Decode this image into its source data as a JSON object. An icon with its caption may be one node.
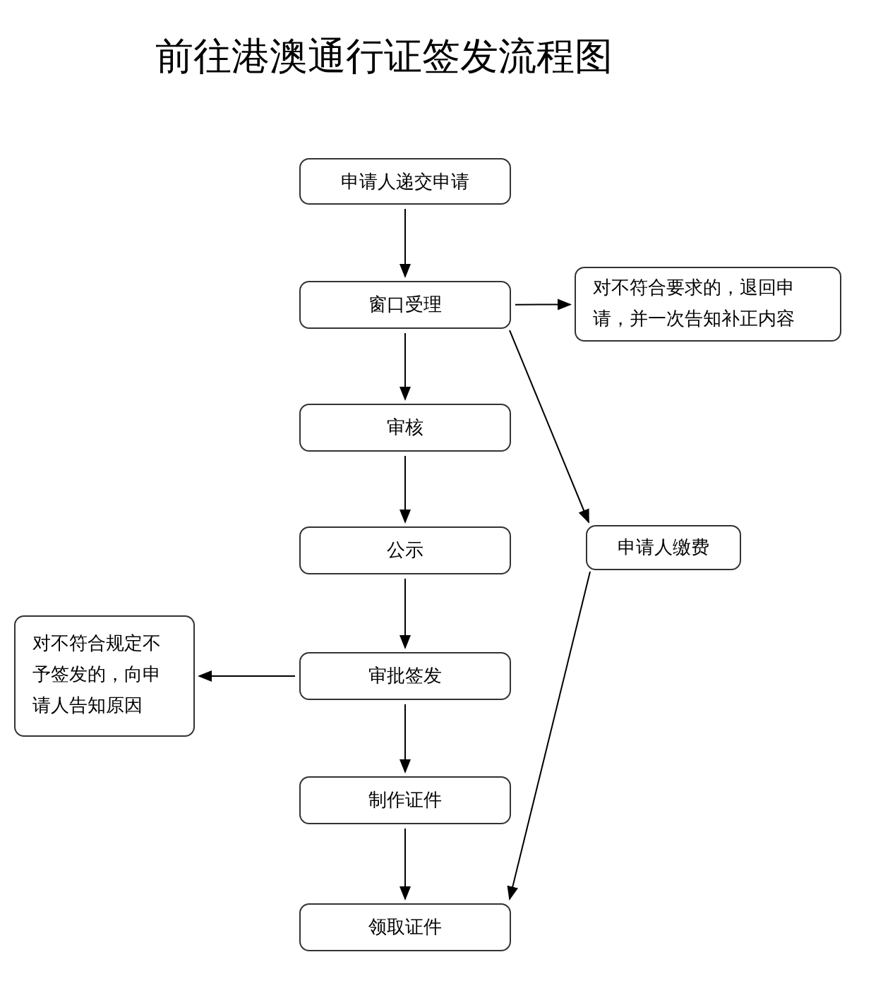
{
  "diagram": {
    "title": "前往港澳通行证签发流程图",
    "nodes": [
      {
        "text": [
          "申请人递交申请"
        ]
      },
      {
        "text": [
          "窗口受理"
        ]
      },
      {
        "text": [
          "对不符合要求的，退回申请，并一次告知补正内容"
        ]
      },
      {
        "text": [
          "审核"
        ]
      },
      {
        "text": [
          "申请人缴费"
        ]
      },
      {
        "text": [
          "公示"
        ]
      },
      {
        "text": [
          "对不符合规定不予签发的，向申请人告知原因"
        ]
      },
      {
        "text": [
          "审批签发"
        ]
      },
      {
        "text": [
          "制作证件"
        ]
      },
      {
        "text": [
          "领取证件"
        ]
      }
    ],
    "edges": [
      {
        "from": 0,
        "to": 1,
        "arrow": "to"
      },
      {
        "from": 1,
        "to": 2,
        "arrow": "to"
      },
      {
        "from": 1,
        "to": 3,
        "arrow": "to"
      },
      {
        "from": 1,
        "to": 4,
        "arrow": "to"
      },
      {
        "from": 3,
        "to": 5,
        "arrow": "to"
      },
      {
        "from": 5,
        "to": 7,
        "arrow": "to"
      },
      {
        "from": 7,
        "to": 6,
        "arrow": "to"
      },
      {
        "from": 7,
        "to": 8,
        "arrow": "to"
      },
      {
        "from": 8,
        "to": 9,
        "arrow": "to"
      },
      {
        "from": 4,
        "to": 9,
        "arrow": "to"
      }
    ]
  }
}
